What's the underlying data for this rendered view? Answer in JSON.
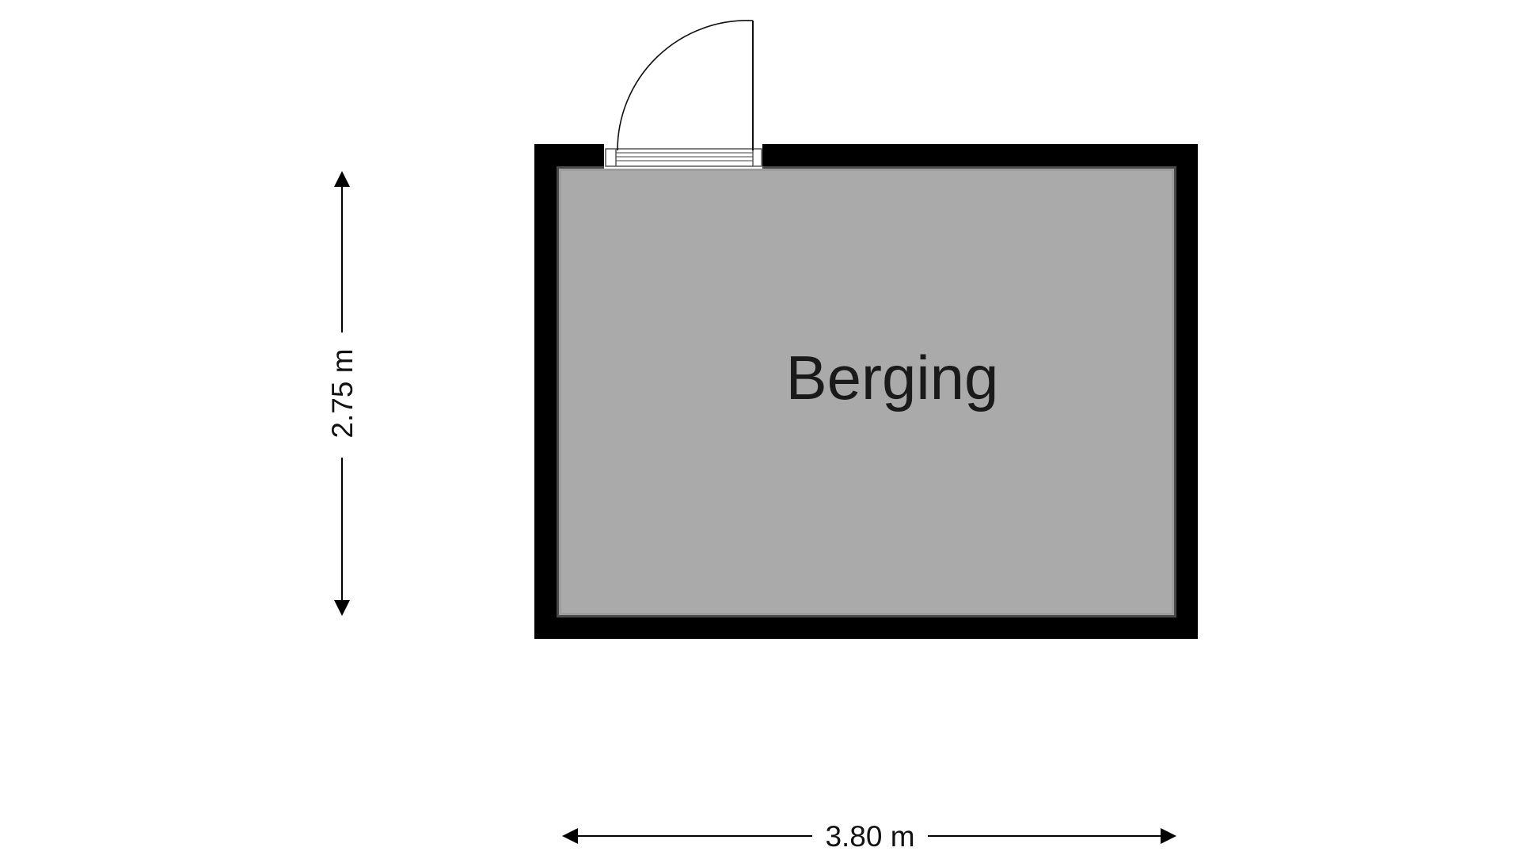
{
  "room": {
    "name": "Berging",
    "floor_color": "#aaaaaa",
    "wall_color": "#000000"
  },
  "dimensions": {
    "width_label": "3.80 m",
    "height_label": "2.75 m"
  },
  "icons": {
    "door": "door-swing-icon"
  }
}
